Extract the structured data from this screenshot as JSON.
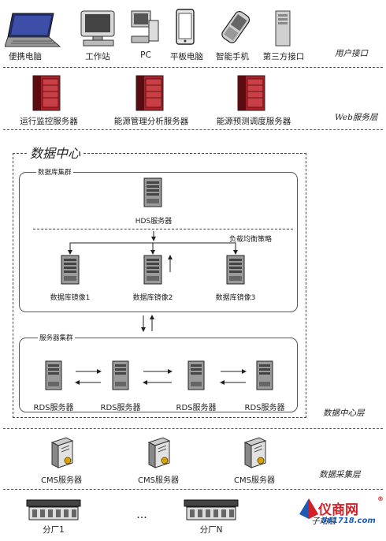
{
  "user_layer": {
    "label": "用户接口",
    "items": [
      "便携电脑",
      "工作站",
      "PC",
      "平板电脑",
      "智能手机",
      "第三方接口"
    ]
  },
  "web_layer": {
    "label": "Web服务层",
    "items": [
      "运行监控服务器",
      "能源管理分析服务器",
      "能源预测调度服务器"
    ]
  },
  "data_center": {
    "title": "数据中心",
    "layer_label": "数据中心层",
    "db_cluster": {
      "title": "数据库集群",
      "hds_label": "HDS服务器",
      "lb_label": "负载均衡策略",
      "mirrors": [
        "数据库镜像1",
        "数据库镜像2",
        "数据库镜像3"
      ]
    },
    "srv_cluster": {
      "title": "服务器集群",
      "servers": [
        "RDS服务器",
        "RDS服务器",
        "RDS服务器",
        "RDS服务器"
      ]
    }
  },
  "acq_layer": {
    "label": "数据采集层",
    "items": [
      "CMS服务器",
      "CMS服务器",
      "CMS服务器"
    ]
  },
  "sub_layer": {
    "label": "子站层",
    "items": [
      "分厂1",
      "分厂N"
    ],
    "ellipsis": "..."
  },
  "watermark": {
    "brand": "仪商网",
    "url": "861718.com",
    "reg": "®"
  }
}
